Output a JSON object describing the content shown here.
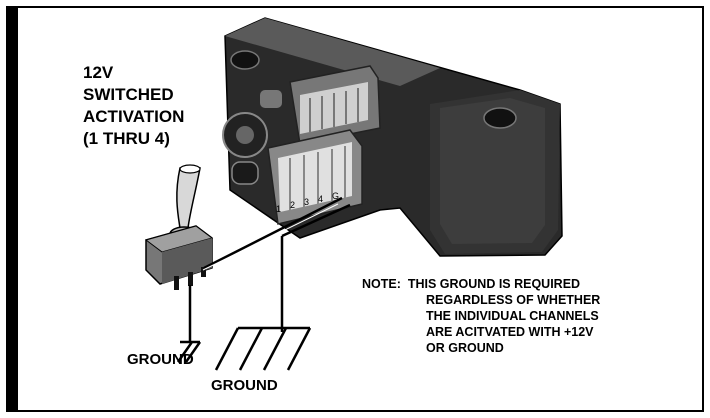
{
  "labels": {
    "activation": [
      "12V",
      "SWITCHED",
      "ACTIVATION",
      "(1 THRU 4)"
    ],
    "ground_switch": "GROUND",
    "ground_module": "GROUND",
    "note_head": "NOTE:",
    "note_lines": [
      "THIS GROUND IS REQUIRED",
      "REGARDLESS OF WHETHER",
      "THE INDIVIDUAL CHANNELS",
      "ARE ACITVATED WITH +12V",
      "OR GROUND"
    ]
  },
  "connector_pins": [
    "1",
    "2",
    "3",
    "4",
    "G"
  ],
  "colors": {
    "ink": "#000000",
    "module_dark": "#2a2a2a",
    "module_mid": "#555555",
    "background": "#ffffff"
  }
}
